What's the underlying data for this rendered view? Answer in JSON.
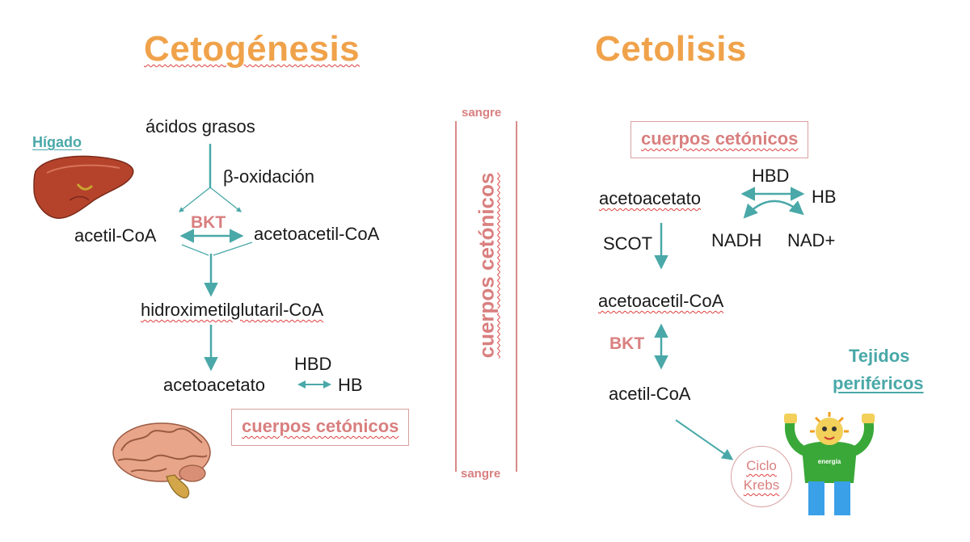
{
  "left": {
    "title": "Cetogénesis",
    "organ_label": "Hígado",
    "fatty_acids": "ácidos grasos",
    "beta_oxidation": "β-oxidación",
    "acetyl_coa": "acetil-CoA",
    "bkt": "BKT",
    "acetoacetyl_coa": "acetoacetil-CoA",
    "hmg_coa": "hidroximetilglutaril-CoA",
    "hbd": "HBD",
    "acetoacetate": "acetoacetato",
    "hb": "HB",
    "ketone_bodies": "cuerpos cetónicos"
  },
  "middle": {
    "blood_label": "sangre",
    "ketone_bodies_vertical": "cuerpos cetónicos"
  },
  "right": {
    "title": "Cetolisis",
    "ketone_bodies": "cuerpos cetónicos",
    "hbd": "HBD",
    "acetoacetate": "acetoacetato",
    "hb": "HB",
    "nadh": "NADH",
    "nad_plus": "NAD+",
    "scot": "SCOT",
    "acetoacetyl_coa": "acetoacetil-CoA",
    "bkt": "BKT",
    "acetyl_coa": "acetil-CoA",
    "krebs_line1": "Ciclo",
    "krebs_line2": "Krebs",
    "tissues_line1": "Tejidos",
    "tissues_line2": "periféricos",
    "mascot_label": "energía"
  },
  "colors": {
    "title": "#f0a24a",
    "teal": "#4aa8a8",
    "rose": "#d97f7f"
  }
}
